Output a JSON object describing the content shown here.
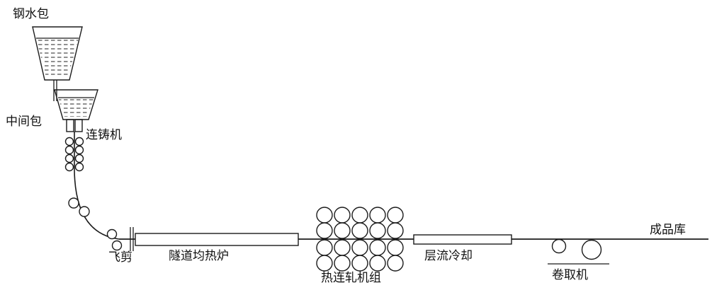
{
  "diagram": {
    "labels": {
      "ladle": "钢水包",
      "tundish": "中间包",
      "caster": "连铸机",
      "flying_shear": "飞剪",
      "tunnel_furnace": "隧道均热炉",
      "hot_rolling_mill": "热连轧机组",
      "laminar_cooling": "层流冷却",
      "coiler": "卷取机",
      "product_warehouse": "成品库"
    },
    "colors": {
      "stroke": "#1b1b1b",
      "background": "#ffffff"
    }
  }
}
